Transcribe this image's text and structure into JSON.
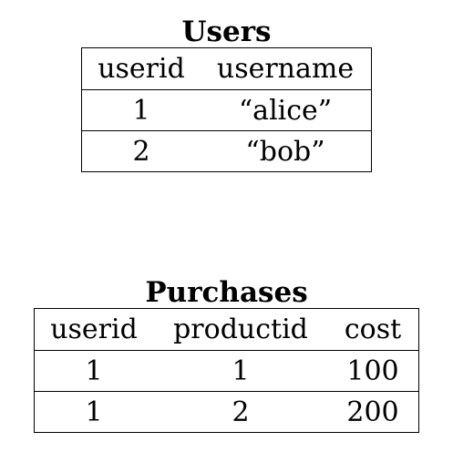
{
  "users_table": {
    "title": "Users",
    "headers": [
      "userid",
      "username"
    ],
    "rows": [
      [
        "1",
        "“alice”"
      ],
      [
        "2",
        "“bob”"
      ]
    ]
  },
  "purchases_table": {
    "title": "Purchases",
    "headers": [
      "userid",
      "productid",
      "cost"
    ],
    "rows": [
      [
        "1",
        "1",
        "100"
      ],
      [
        "1",
        "2",
        "200"
      ]
    ]
  }
}
